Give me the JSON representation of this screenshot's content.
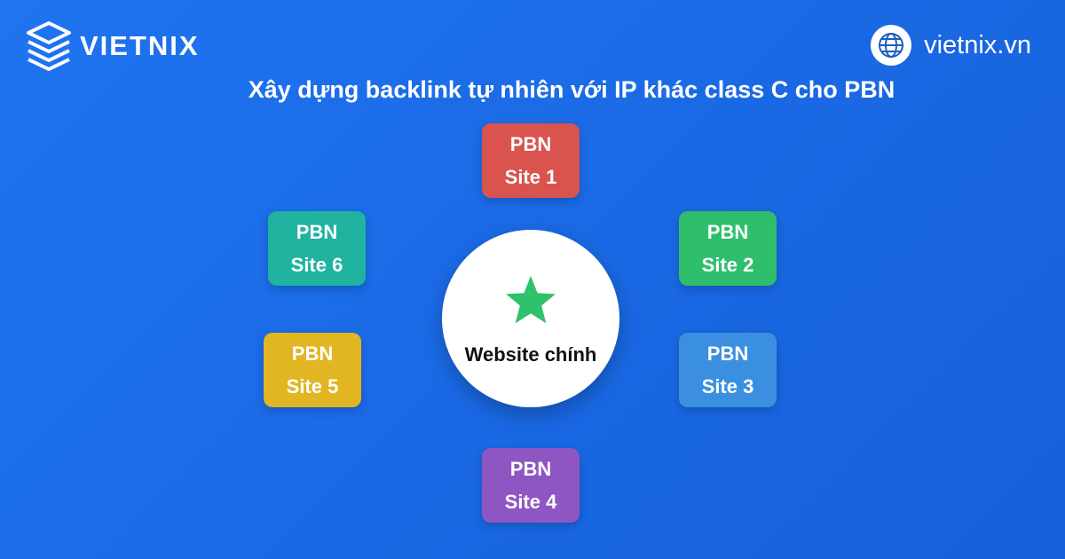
{
  "header": {
    "brand": "VIETNIX",
    "website": "vietnix.vn",
    "brand_icon": "stacked-layers-logo",
    "website_icon": "globe-icon"
  },
  "title": "Xây dựng backlink tự nhiên với IP khác class C cho PBN",
  "center": {
    "label": "Website chính",
    "icon": "star-icon",
    "icon_color": "#2fc26a"
  },
  "sites": [
    {
      "line1": "PBN",
      "line2": "Site 1",
      "color": "#d9534f"
    },
    {
      "line1": "PBN",
      "line2": "Site 2",
      "color": "#2fbf6c"
    },
    {
      "line1": "PBN",
      "line2": "Site 3",
      "color": "#3a8fe0"
    },
    {
      "line1": "PBN",
      "line2": "Site 4",
      "color": "#8e56c2"
    },
    {
      "line1": "PBN",
      "line2": "Site 5",
      "color": "#e2b523"
    },
    {
      "line1": "PBN",
      "line2": "Site 6",
      "color": "#1fb3a0"
    }
  ]
}
